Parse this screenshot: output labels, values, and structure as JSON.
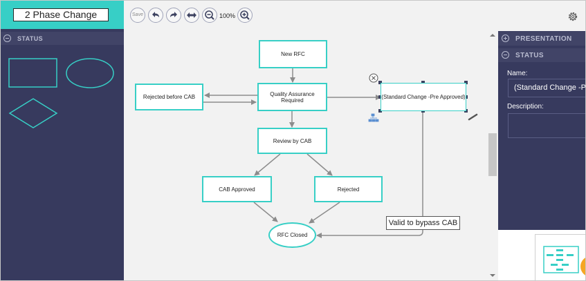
{
  "app": {
    "title": "2 Phase Change"
  },
  "left_panel": {
    "section_header": "STATUS",
    "palette_shapes": [
      "rectangle-shape",
      "ellipse-shape",
      "diamond-shape"
    ]
  },
  "toolbar": {
    "save_label": "Save",
    "zoom_level": "100%",
    "icons": [
      "undo-icon",
      "redo-icon",
      "fit-width-icon",
      "zoom-out-icon",
      "zoom-in-icon",
      "gear-icon"
    ]
  },
  "diagram": {
    "nodes": {
      "new_rfc": "New RFC",
      "qa_required": "Quality Assurance Required",
      "rejected_before_cab": "Rejected before CAB",
      "standard_change": "(Standard Change -Pre Approved)",
      "review_by_cab": "Review by CAB",
      "cab_approved": "CAB Approved",
      "rejected": "Rejected",
      "rfc_closed": "RFC Closed"
    },
    "callout": "Valid to bypass CAB"
  },
  "right_panel": {
    "presentation_header": "PRESENTATION",
    "status_header": "STATUS",
    "name_label": "Name:",
    "name_value": "(Standard Change -Pre Approved)",
    "description_label": "Description:",
    "description_value": ""
  },
  "colors": {
    "accent": "#37cfc6",
    "panel": "#373a5e",
    "canvas": "#f2f2f2"
  }
}
